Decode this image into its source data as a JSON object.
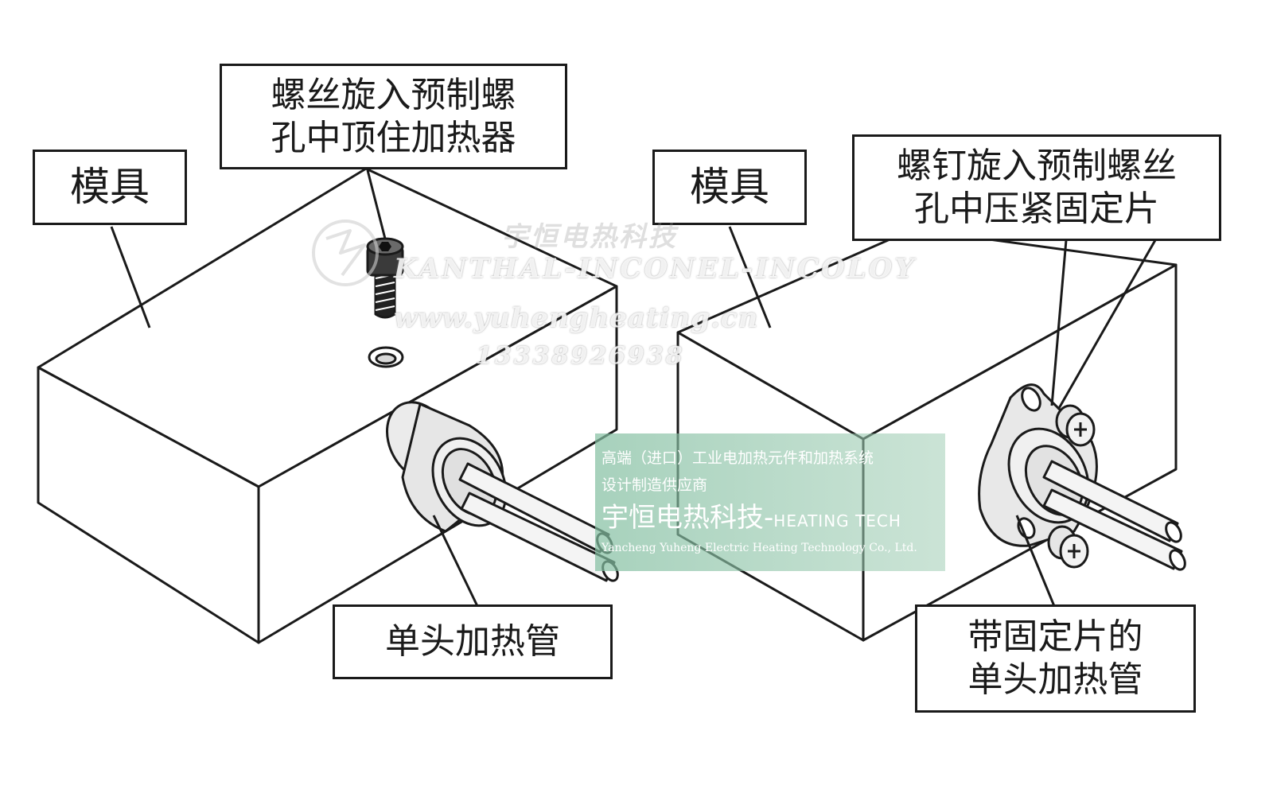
{
  "callouts": {
    "mold_left": "模具",
    "screw_note_line1": "螺丝旋入预制螺",
    "screw_note_line2": "孔中顶住加热器",
    "mold_right": "模具",
    "bolt_note_line1": "螺钉旋入预制螺丝",
    "bolt_note_line2": "孔中压紧固定片",
    "heater_left": "单头加热管",
    "heater_right_line1": "带固定片的",
    "heater_right_line2": "单头加热管"
  },
  "watermark": {
    "company_cn": "宇恒电热科技",
    "alloys": "KANTHAL-INCONEL-INCOLOY",
    "website": "www.yuhengheating.cn",
    "phone": "13338926938",
    "panel_line1": "高端（进口）工业电加热元件和加热系统",
    "panel_line2": "设计制造供应商",
    "panel_brand_cn": "宇恒电热科技-",
    "panel_brand_en": "HEATING TECH",
    "panel_company_en": "Yancheng Yuheng Electric Heating Technology Co., Ltd."
  },
  "colors": {
    "line": "#1a1a1a",
    "shade": "#e6e6e6",
    "panel": "#8cc4a6"
  }
}
